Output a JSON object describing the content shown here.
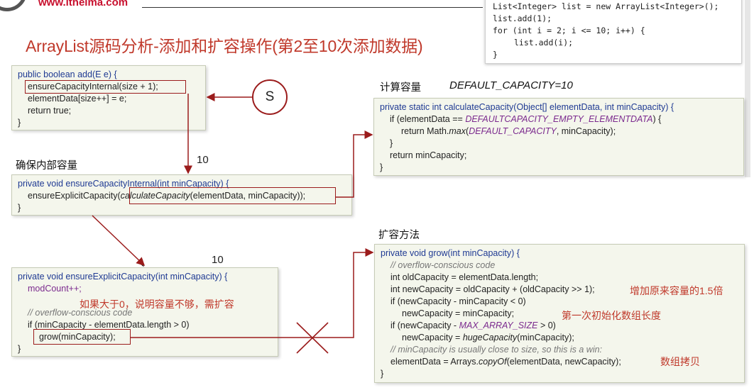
{
  "header": {
    "logo_text": "www.itheima.com"
  },
  "snippet": {
    "lines": [
      "List<Integer> list = new ArrayList<Integer>();",
      "list.add(1);",
      "for (int i = 2; i <= 10; i++) {",
      "list.add(i);",
      "}"
    ]
  },
  "title": "ArrayList源码分析-添加和扩容操作(第2至10次添加数据)",
  "add_box": {
    "l1": "public boolean add(E e) {",
    "l2": "ensureCapacityInternal(size + 1);",
    "l3": "elementData[size++] = e;",
    "l4": "return true;",
    "l5": "}"
  },
  "s_marker": "S",
  "labels": {
    "ensure_internal": "确保内部容量",
    "calculate": "计算容量",
    "default_capacity": "DEFAULT_CAPACITY=10",
    "grow_method": "扩容方法",
    "num_a": "10",
    "num_b": "10"
  },
  "internal_box": {
    "l1": "private void ensureCapacityInternal(int minCapacity) {",
    "l2_a": "ensureExplicitCapacity(",
    "l2_b": "calculateCapacity",
    "l2_c": "(elementData, minCapacity));",
    "l3": "}"
  },
  "calc_box": {
    "l1": "private static int calculateCapacity(Object[] elementData, int minCapacity) {",
    "l2_a": "if (elementData == ",
    "l2_b": "DEFAULTCAPACITY_EMPTY_ELEMENTDATA",
    "l2_c": ") {",
    "l3_a": "return Math.",
    "l3_b": "max",
    "l3_c": "(",
    "l3_d": "DEFAULT_CAPACITY",
    "l3_e": ", minCapacity);",
    "l4": "}",
    "l5": "return minCapacity;",
    "l6": "}"
  },
  "explicit_box": {
    "l1": "private void ensureExplicitCapacity(int minCapacity) {",
    "l2": "modCount++;",
    "l3": "// overflow-conscious code",
    "l4": "if (minCapacity - elementData.length > 0)",
    "l5": "grow(minCapacity);",
    "l6": "}",
    "note": "如果大于0，说明容量不够，需扩容"
  },
  "grow_box": {
    "l1": "private void grow(int minCapacity) {",
    "l2": "// overflow-conscious code",
    "l3": "int oldCapacity = elementData.length;",
    "l4": "int newCapacity = oldCapacity + (oldCapacity >> 1);",
    "l5": "if (newCapacity - minCapacity < 0)",
    "l6": "newCapacity = minCapacity;",
    "l7_a": "if (newCapacity - ",
    "l7_b": "MAX_ARRAY_SIZE",
    "l7_c": " > 0)",
    "l8_a": "newCapacity = ",
    "l8_b": "hugeCapacity",
    "l8_c": "(minCapacity);",
    "l9": "// minCapacity is usually close to size, so this is a win:",
    "l10_a": "elementData = Arrays.",
    "l10_b": "copyOf",
    "l10_c": "(elementData, newCapacity);",
    "l11": "}",
    "note_1": "增加原来容量的1.5倍",
    "note_2": "第一次初始化数组长度",
    "note_3": "数组拷贝"
  }
}
